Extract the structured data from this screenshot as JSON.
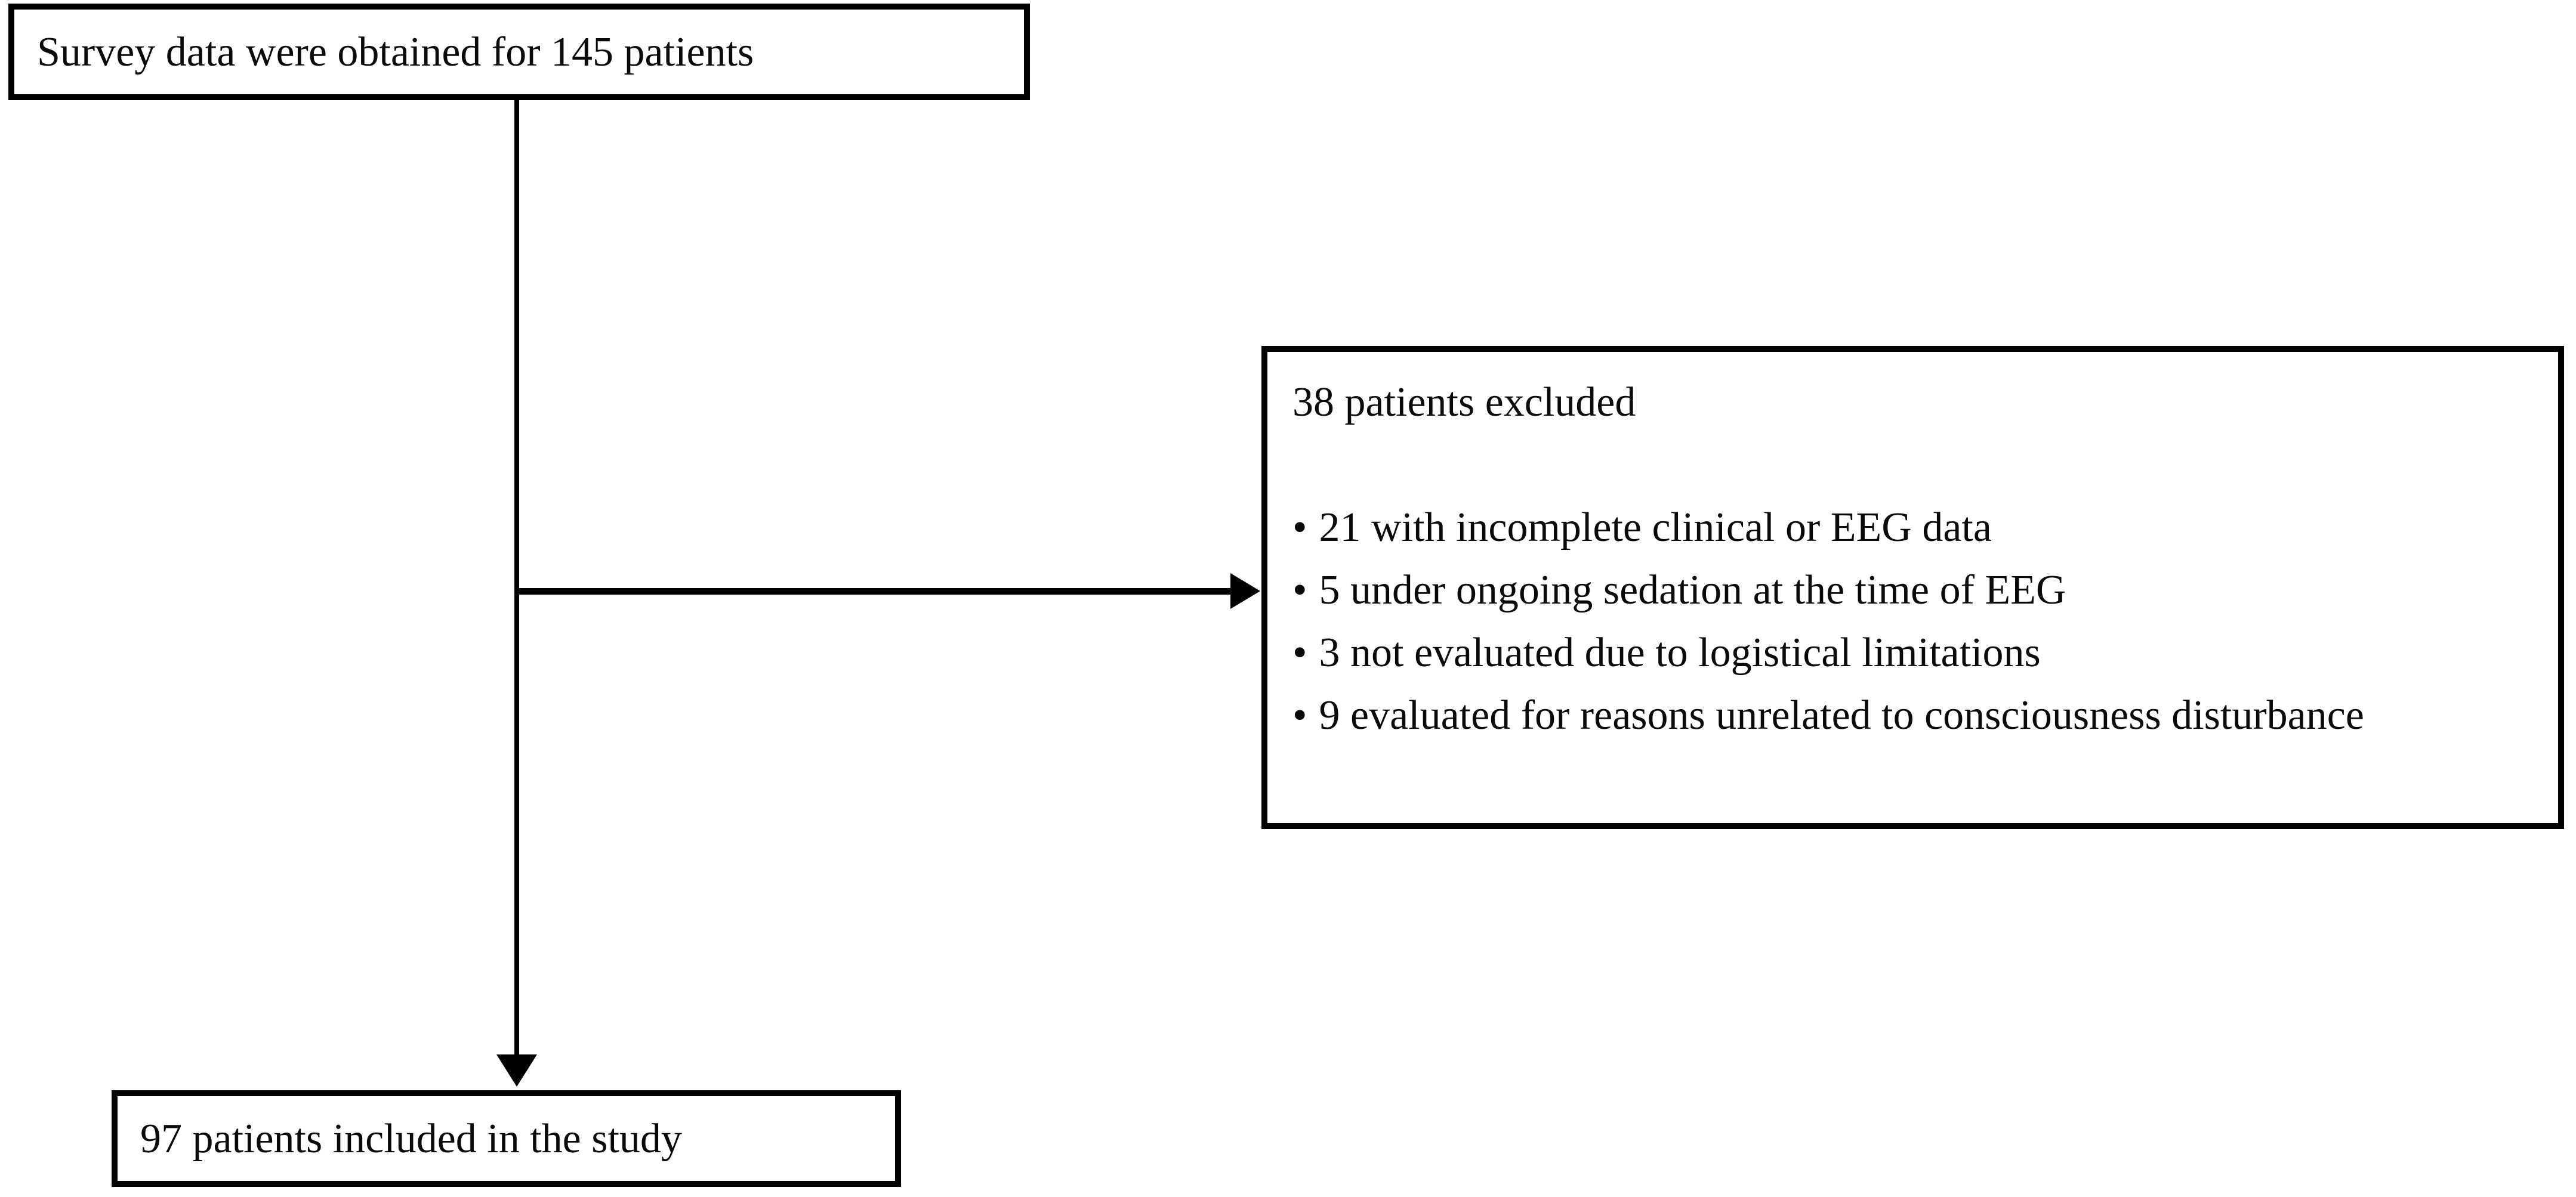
{
  "diagram": {
    "top_box": {
      "text": "Survey data were obtained for 145 patients"
    },
    "exclusion_box": {
      "header": "38 patients excluded",
      "bullet_char": "•",
      "bullets": [
        "21 with incomplete clinical or EEG data",
        "5 under ongoing sedation at the time of EEG",
        "3 not evaluated due to logistical limitations",
        "9 evaluated for reasons unrelated to consciousness disturbance"
      ]
    },
    "result_box": {
      "text": "97 patients included in the study"
    },
    "colors": {
      "line_and_border": "#000000",
      "text": "#0a0a0a",
      "background": "#ffffff"
    }
  }
}
